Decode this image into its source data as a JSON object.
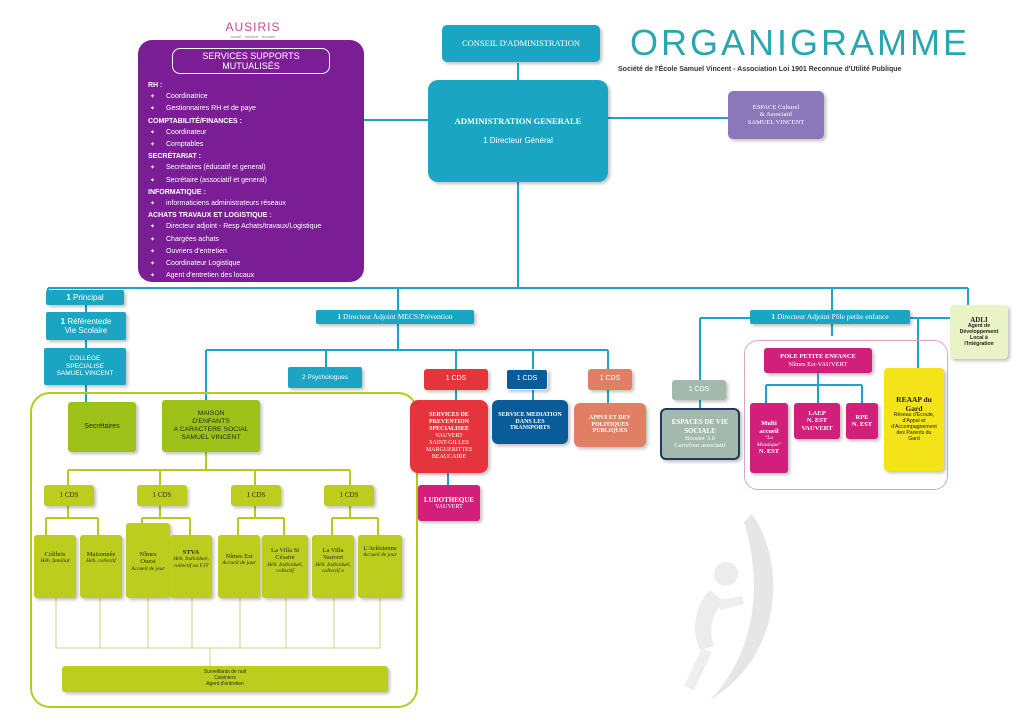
{
  "header": {
    "title": "ORGANIGRAMME",
    "subtitle": "Société de l'École Samuel Vincent - Association Loi 1901 Reconnue d'Utilité Publique"
  },
  "logo": {
    "name": "AUSIRIS",
    "tagline": "social · médical · humain"
  },
  "services": {
    "title": "SERVICES SUPPORTS MUTUALISÉS",
    "sections": [
      {
        "heading": "RH :",
        "items": [
          "Coordinatrice",
          "Gestionnaires RH et de paye"
        ]
      },
      {
        "heading": "COMPTABILITÉ/FINANCES :",
        "items": [
          "Coordinateur",
          "Comptables"
        ]
      },
      {
        "heading": "SECRÉTARIAT :",
        "items": [
          "Secrétaires (éducatif et general)",
          "Secrétaire (associatif et general)"
        ]
      },
      {
        "heading": "INFORMATIQUE :",
        "items": [
          "informaticiens administrateurs réseaux"
        ]
      },
      {
        "heading": "ACHATS TRAVAUX ET LOGISTIQUE :",
        "items": [
          "Directeur adjoint - Resp Achats/travaux/Logistique",
          "Chargées achats",
          "Ouvriers d'entretien",
          "Coordinateur Logistique",
          "Agent d'entretien des locaux"
        ]
      }
    ]
  },
  "top": {
    "conseil": "CONSEIL D'ADMINISTRATION",
    "admin_title": "ADMINISTRATION GENERALE",
    "admin_sub": "1 Directeur Général",
    "espace_l1": "ESPACE Culturel",
    "espace_l2": "& Associatif",
    "espace_l3": "SAMUEL VINCENT"
  },
  "college": {
    "principal_num": "1",
    "principal": " Principal",
    "ref_num": "1",
    "ref_l1": " Référentede",
    "ref_l2": "Vie Scolaire",
    "college_l1": "COLLEGE",
    "college_l2": "SPECIALISE",
    "college_l3": "SAMUEL VINCENT"
  },
  "mecs": {
    "director_num": "1",
    "director": " Directeur Adjoint MECS/Prévention",
    "psy": "2 Psychologues",
    "secretaires": "Secrétaires",
    "maison_l1": "MAISON",
    "maison_l2": "D'ENFANTS",
    "maison_l3": "A CARACTERE SOCIAL",
    "maison_l4": "SAMUEL VINCENT",
    "cds": [
      "1 CDS",
      "1 CDS",
      "1 CDS",
      "1 CDS"
    ],
    "units": [
      {
        "name": "Colibris",
        "desc": "Héb. familial"
      },
      {
        "name": "Maisonnée",
        "desc": "Héb. collectif"
      },
      {
        "name": "Nîmes Ouest",
        "desc": "Accueil de jour"
      },
      {
        "name": "STVA",
        "desc": "Héb. Individuel, collectif ou FJT"
      },
      {
        "name": "Nîmes Est",
        "desc": "Accueil de jour"
      },
      {
        "name": "La Villa St Césaire",
        "desc": "Héb. Individuel, collectif"
      },
      {
        "name": "La Villa Vauvert",
        "desc": "Héb. Individuel, collectif o"
      },
      {
        "name": "L'Arlésienne",
        "desc": "Accueil de jour"
      }
    ],
    "staff_l1": "Surveillants de nuit",
    "staff_l2": "Cuisiniers",
    "staff_l3": "Agent d'entretien"
  },
  "prevention": {
    "cds_red": "1 CDS",
    "prev_l1": "SERVICES DE",
    "prev_l2": "PREVENTION",
    "prev_l3": "SPECIALISEE",
    "prev_l4": "VAUVERT",
    "prev_l5": "SAINT-GILLES",
    "prev_l6": "MARGUERITTES",
    "prev_l7": "BEAUCAIRE",
    "ludo_l1": "LUDOTHEQUE",
    "ludo_l2": "VAUVERT",
    "cds_blue": "1 CDS",
    "med_l1": "SERVICE MEDIATION",
    "med_l2": "DANS LES",
    "med_l3": "TRANSPORTS",
    "cds_salmon": "1 CDS",
    "appui_l1": "APPUI ET DEV",
    "appui_l2": "POLITIQUES",
    "appui_l3": "PUBLIQUES",
    "cds_sage": "1 CDS",
    "evs_l1": "ESPACES DE VIE",
    "evs_l2": "SOCIALE",
    "evs_l3": "Booster 3.0",
    "evs_l4": "Carrefour associatif"
  },
  "enfance": {
    "director_num": "1",
    "director": " Directeur Adjoint Pôle petite enfance",
    "pole_l1": "POLE PETITE ENFANCE",
    "pole_l2": "Nîmes Est-VAUVERT",
    "multi_l1": "Multi",
    "multi_l2": "accueil",
    "multi_l3": "\"La",
    "multi_l4": "Mosaïque\"",
    "multi_l5": "N. EST",
    "laep_l1": "LAEP",
    "laep_l2": "N. EST",
    "laep_l3": "VAUVERT",
    "rpe_l1": "RPE",
    "rpe_l2": "N. EST",
    "reaap_l1": "REAAP du",
    "reaap_l2": "Gard",
    "reaap_l3": "Réseau d'Ecoute,",
    "reaap_l4": "d'Appui et",
    "reaap_l5": "d'Accompagnement",
    "reaap_l6": "des Parents du",
    "reaap_l7": "Gard",
    "adli_l1": "ADLI",
    "adli_l2": "Agent de",
    "adli_l3": "Développement",
    "adli_l4": "Local à",
    "adli_l5": "l'Intégration"
  }
}
